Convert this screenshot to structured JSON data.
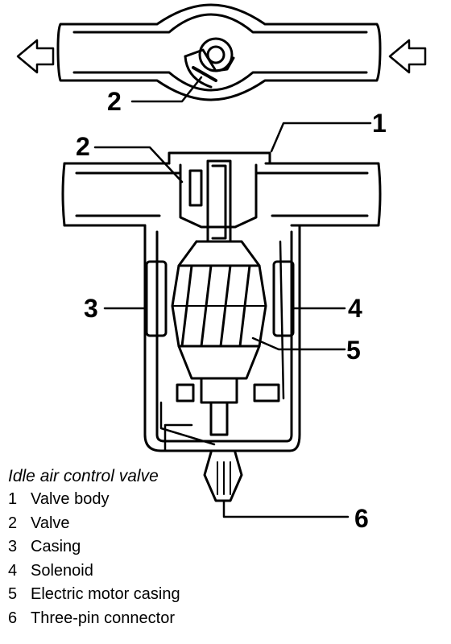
{
  "title": "Idle air control valve",
  "callouts": {
    "top_valve": "2",
    "valve_body": "1",
    "valve": "2",
    "casing": "3",
    "solenoid": "4",
    "motor_casing": "5",
    "connector": "6"
  },
  "legend": [
    {
      "num": "1",
      "label": "Valve body"
    },
    {
      "num": "2",
      "label": "Valve"
    },
    {
      "num": "3",
      "label": "Casing"
    },
    {
      "num": "4",
      "label": "Solenoid"
    },
    {
      "num": "5",
      "label": "Electric motor casing"
    },
    {
      "num": "6",
      "label": "Three-pin connector"
    }
  ],
  "colors": {
    "ink": "#000000",
    "background": "#ffffff"
  }
}
